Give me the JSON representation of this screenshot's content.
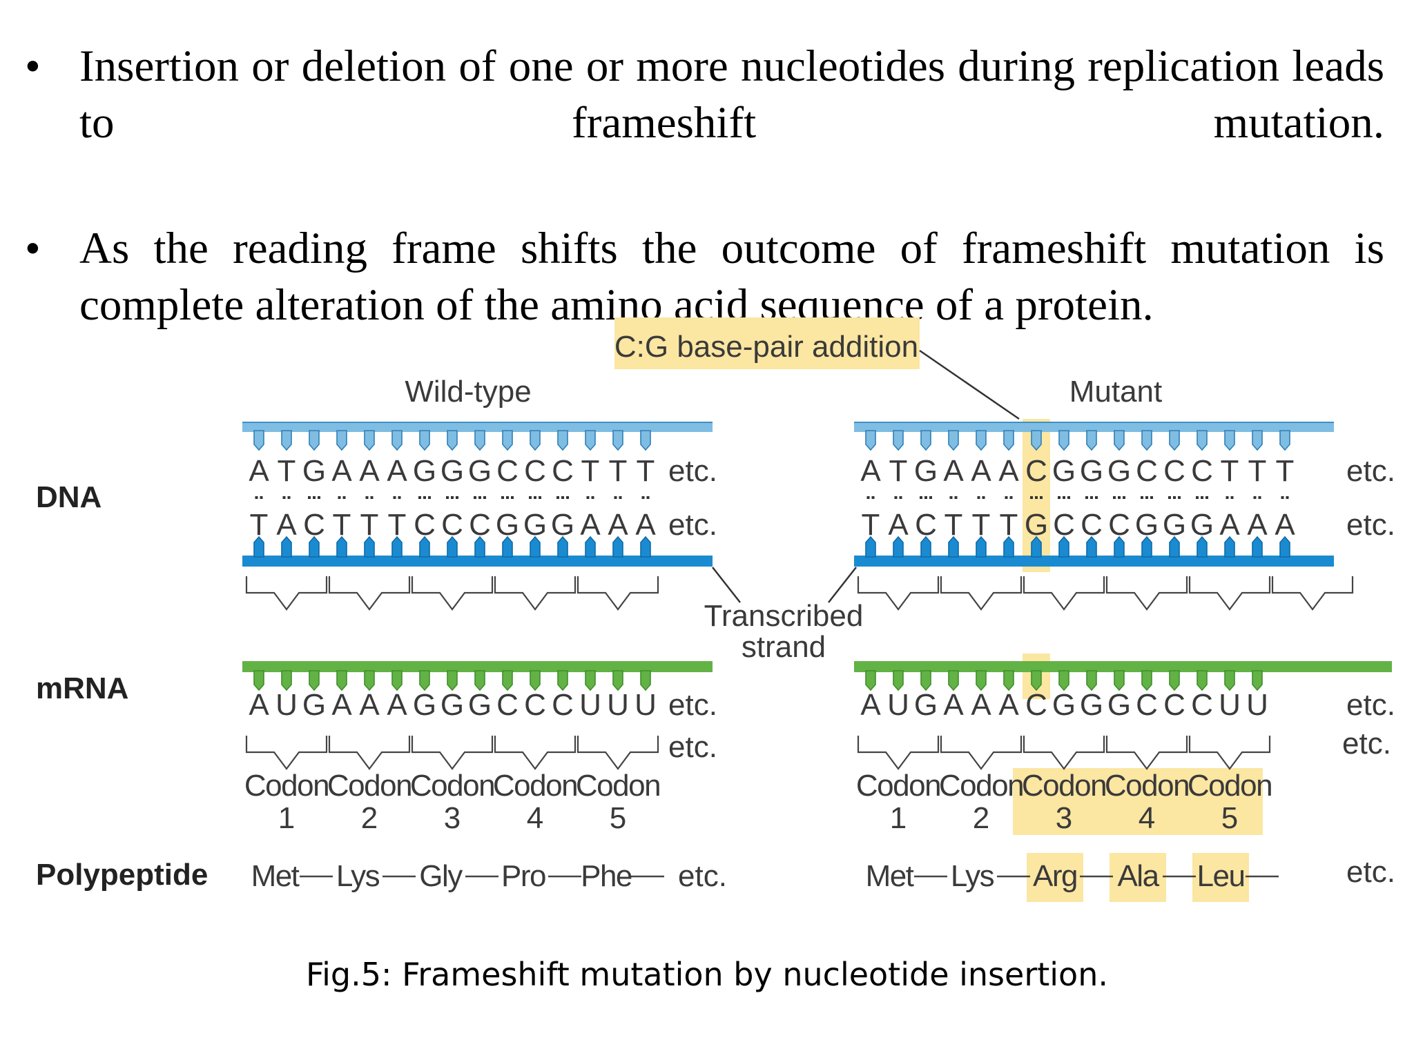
{
  "bullets": [
    "Insertion or deletion of one or more nucleotides during replication leads to frameshift mutation.",
    "As the reading frame shifts the outcome of frameshift mutation is complete alteration of the amino acid sequence of a protein."
  ],
  "bullet_symbol": "•",
  "diagram": {
    "addition_label": "C:G base-pair addition",
    "wild_label": "Wild-type",
    "mutant_label": "Mutant",
    "row_labels": {
      "dna": "DNA",
      "mrna": "mRNA",
      "polypeptide": "Polypeptide"
    },
    "transcribed_label": [
      "Transcribed",
      "strand"
    ],
    "etc": "etc.",
    "codon_word": "Codon",
    "codon_numbers": [
      "1",
      "2",
      "3",
      "4",
      "5"
    ],
    "wild": {
      "dna_top": [
        "A",
        "T",
        "G",
        "A",
        "A",
        "A",
        "G",
        "G",
        "G",
        "C",
        "C",
        "C",
        "T",
        "T",
        "T"
      ],
      "dna_bottom": [
        "T",
        "A",
        "C",
        "T",
        "T",
        "T",
        "C",
        "C",
        "C",
        "G",
        "G",
        "G",
        "A",
        "A",
        "A"
      ],
      "mrna": [
        "A",
        "U",
        "G",
        "A",
        "A",
        "A",
        "G",
        "G",
        "G",
        "C",
        "C",
        "C",
        "U",
        "U",
        "U"
      ],
      "polypeptide": [
        "Met",
        "Lys",
        "Gly",
        "Pro",
        "Phe"
      ]
    },
    "mutant": {
      "dna_top": [
        "A",
        "T",
        "G",
        "A",
        "A",
        "A",
        "C",
        "G",
        "G",
        "G",
        "C",
        "C",
        "C",
        "T",
        "T",
        "T"
      ],
      "dna_bottom": [
        "T",
        "A",
        "C",
        "T",
        "T",
        "T",
        "G",
        "C",
        "C",
        "C",
        "G",
        "G",
        "G",
        "A",
        "A",
        "A"
      ],
      "mrna": [
        "A",
        "U",
        "G",
        "A",
        "A",
        "A",
        "C",
        "G",
        "G",
        "G",
        "C",
        "C",
        "C",
        "U",
        "U"
      ],
      "polypeptide": [
        "Met",
        "Lys",
        "Arg",
        "Ala",
        "Leu"
      ],
      "inserted_index": 6,
      "highlighted_codons_from": 2
    },
    "colors": {
      "highlight": "#fbe6a2",
      "dna_top_strand": "#7fbde3",
      "dna_bottom_strand": "#1a8bd1",
      "mrna_strand": "#62b246",
      "text": "#3a3a3a",
      "label": "#222222"
    }
  },
  "caption": "Fig.5: Frameshift mutation by nucleotide insertion."
}
